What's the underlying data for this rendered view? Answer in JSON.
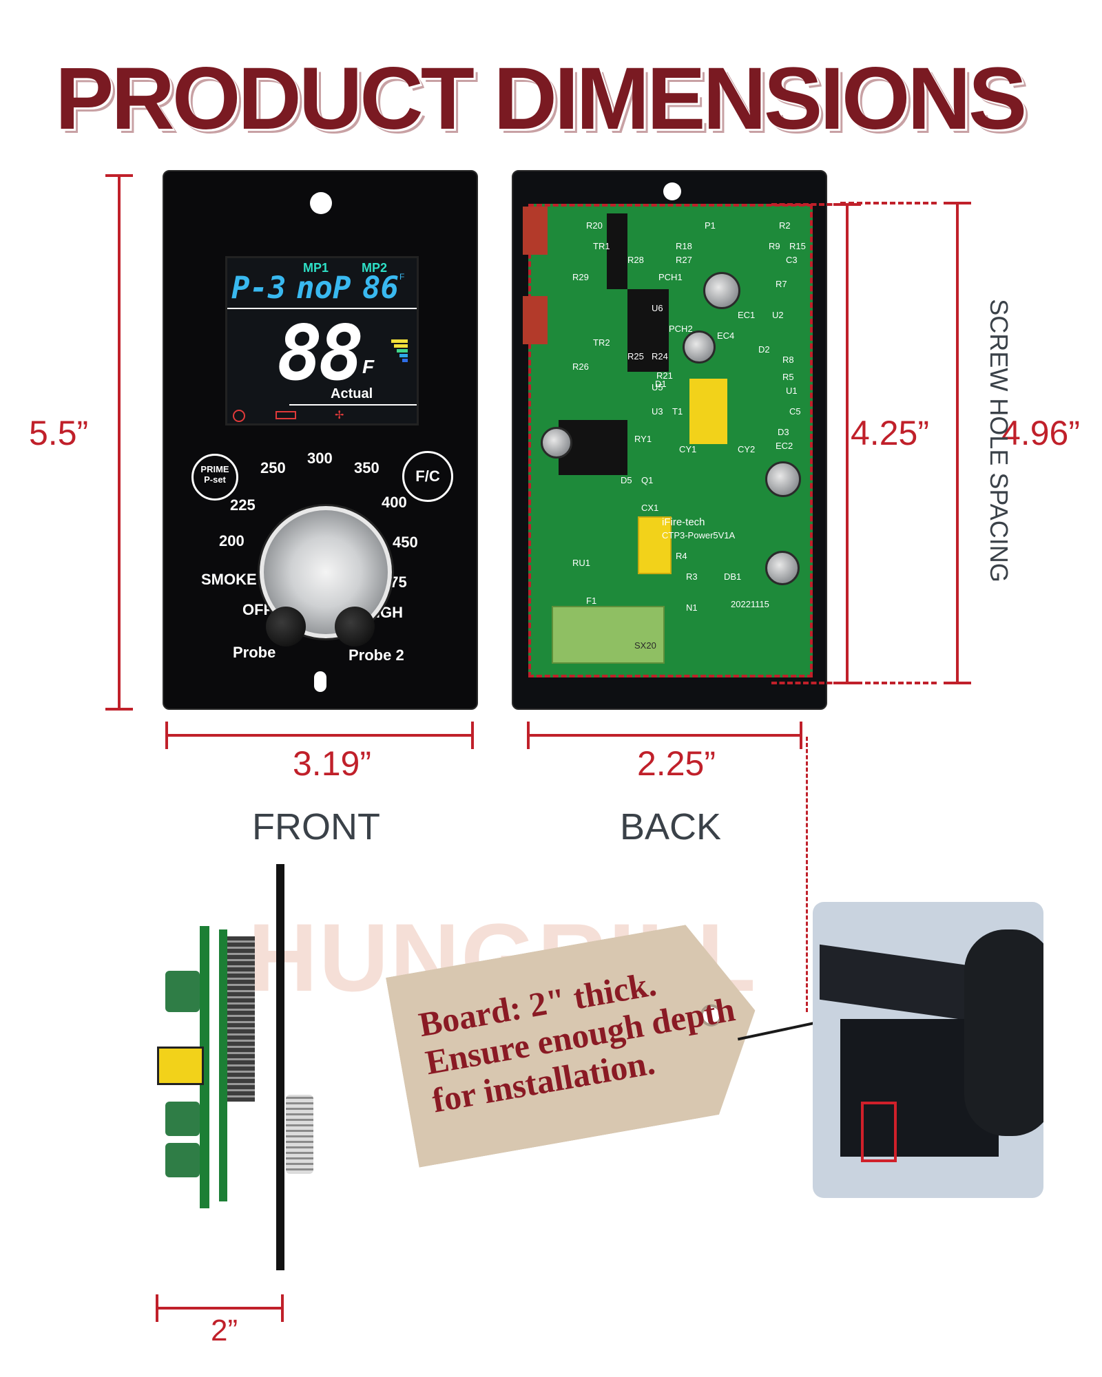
{
  "title": "PRODUCT DIMENSIONS",
  "dimensions": {
    "height": "5.5”",
    "front_width": "3.19”",
    "back_width": "2.25”",
    "board_height": "4.25”",
    "screw_hole_height": "4.96”",
    "screw_hole_label": "SCREW HOLE SPACING",
    "thickness": "2”"
  },
  "labels": {
    "front": "FRONT",
    "back": "BACK"
  },
  "front_panel": {
    "lcd": {
      "mp1": "MP1",
      "mp2": "MP2",
      "p_mode": "P-3",
      "mp1_value": "noP",
      "mp2_value": "86",
      "mp2_unit": "F",
      "main_temp": "88",
      "main_unit": "F",
      "actual": "Actual"
    },
    "prime_button": "PRIME",
    "pset_button": "P-set",
    "fc_button": "F/C",
    "dial_marks": [
      "225",
      "250",
      "300",
      "350",
      "400",
      "450",
      "475",
      "HIGH",
      "200",
      "SMOKE",
      "OFF"
    ],
    "probe1": "Probe",
    "probe2": "Probe 2"
  },
  "back_board": {
    "brand": "iFire-tech",
    "model": "CTP3-Power5V1A",
    "date": "20221115",
    "parts": [
      "P1",
      "R20",
      "R18",
      "R27",
      "R2",
      "R9",
      "R15",
      "C3",
      "R7",
      "EC1",
      "U2",
      "EC4",
      "D1",
      "T1",
      "RY1",
      "CY1",
      "CY2",
      "EC2",
      "D5",
      "Q1",
      "CX1",
      "R4",
      "R3",
      "DB1",
      "RU1",
      "F1",
      "N1",
      "SX20",
      "D3",
      "D2",
      "R8",
      "U1",
      "R5",
      "C5",
      "TR1",
      "TR2",
      "PCH1",
      "PCH2",
      "U3",
      "U5",
      "U6",
      "R21",
      "R24",
      "R25",
      "R28",
      "R29",
      "R26"
    ]
  },
  "tag": {
    "line1": "Board: 2\" thick.",
    "line2": "Ensure enough depth",
    "line3": "for installation."
  },
  "watermark": "HUNGRILL",
  "colors": {
    "title": "#7a1a22",
    "dimension": "#c0202a",
    "view_label": "#3a4148",
    "lcd_cyan": "#39b9f0",
    "lcd_mp": "#2ee0c6",
    "pcb": "#1e8a3a",
    "tag": "#d8c7b0"
  }
}
